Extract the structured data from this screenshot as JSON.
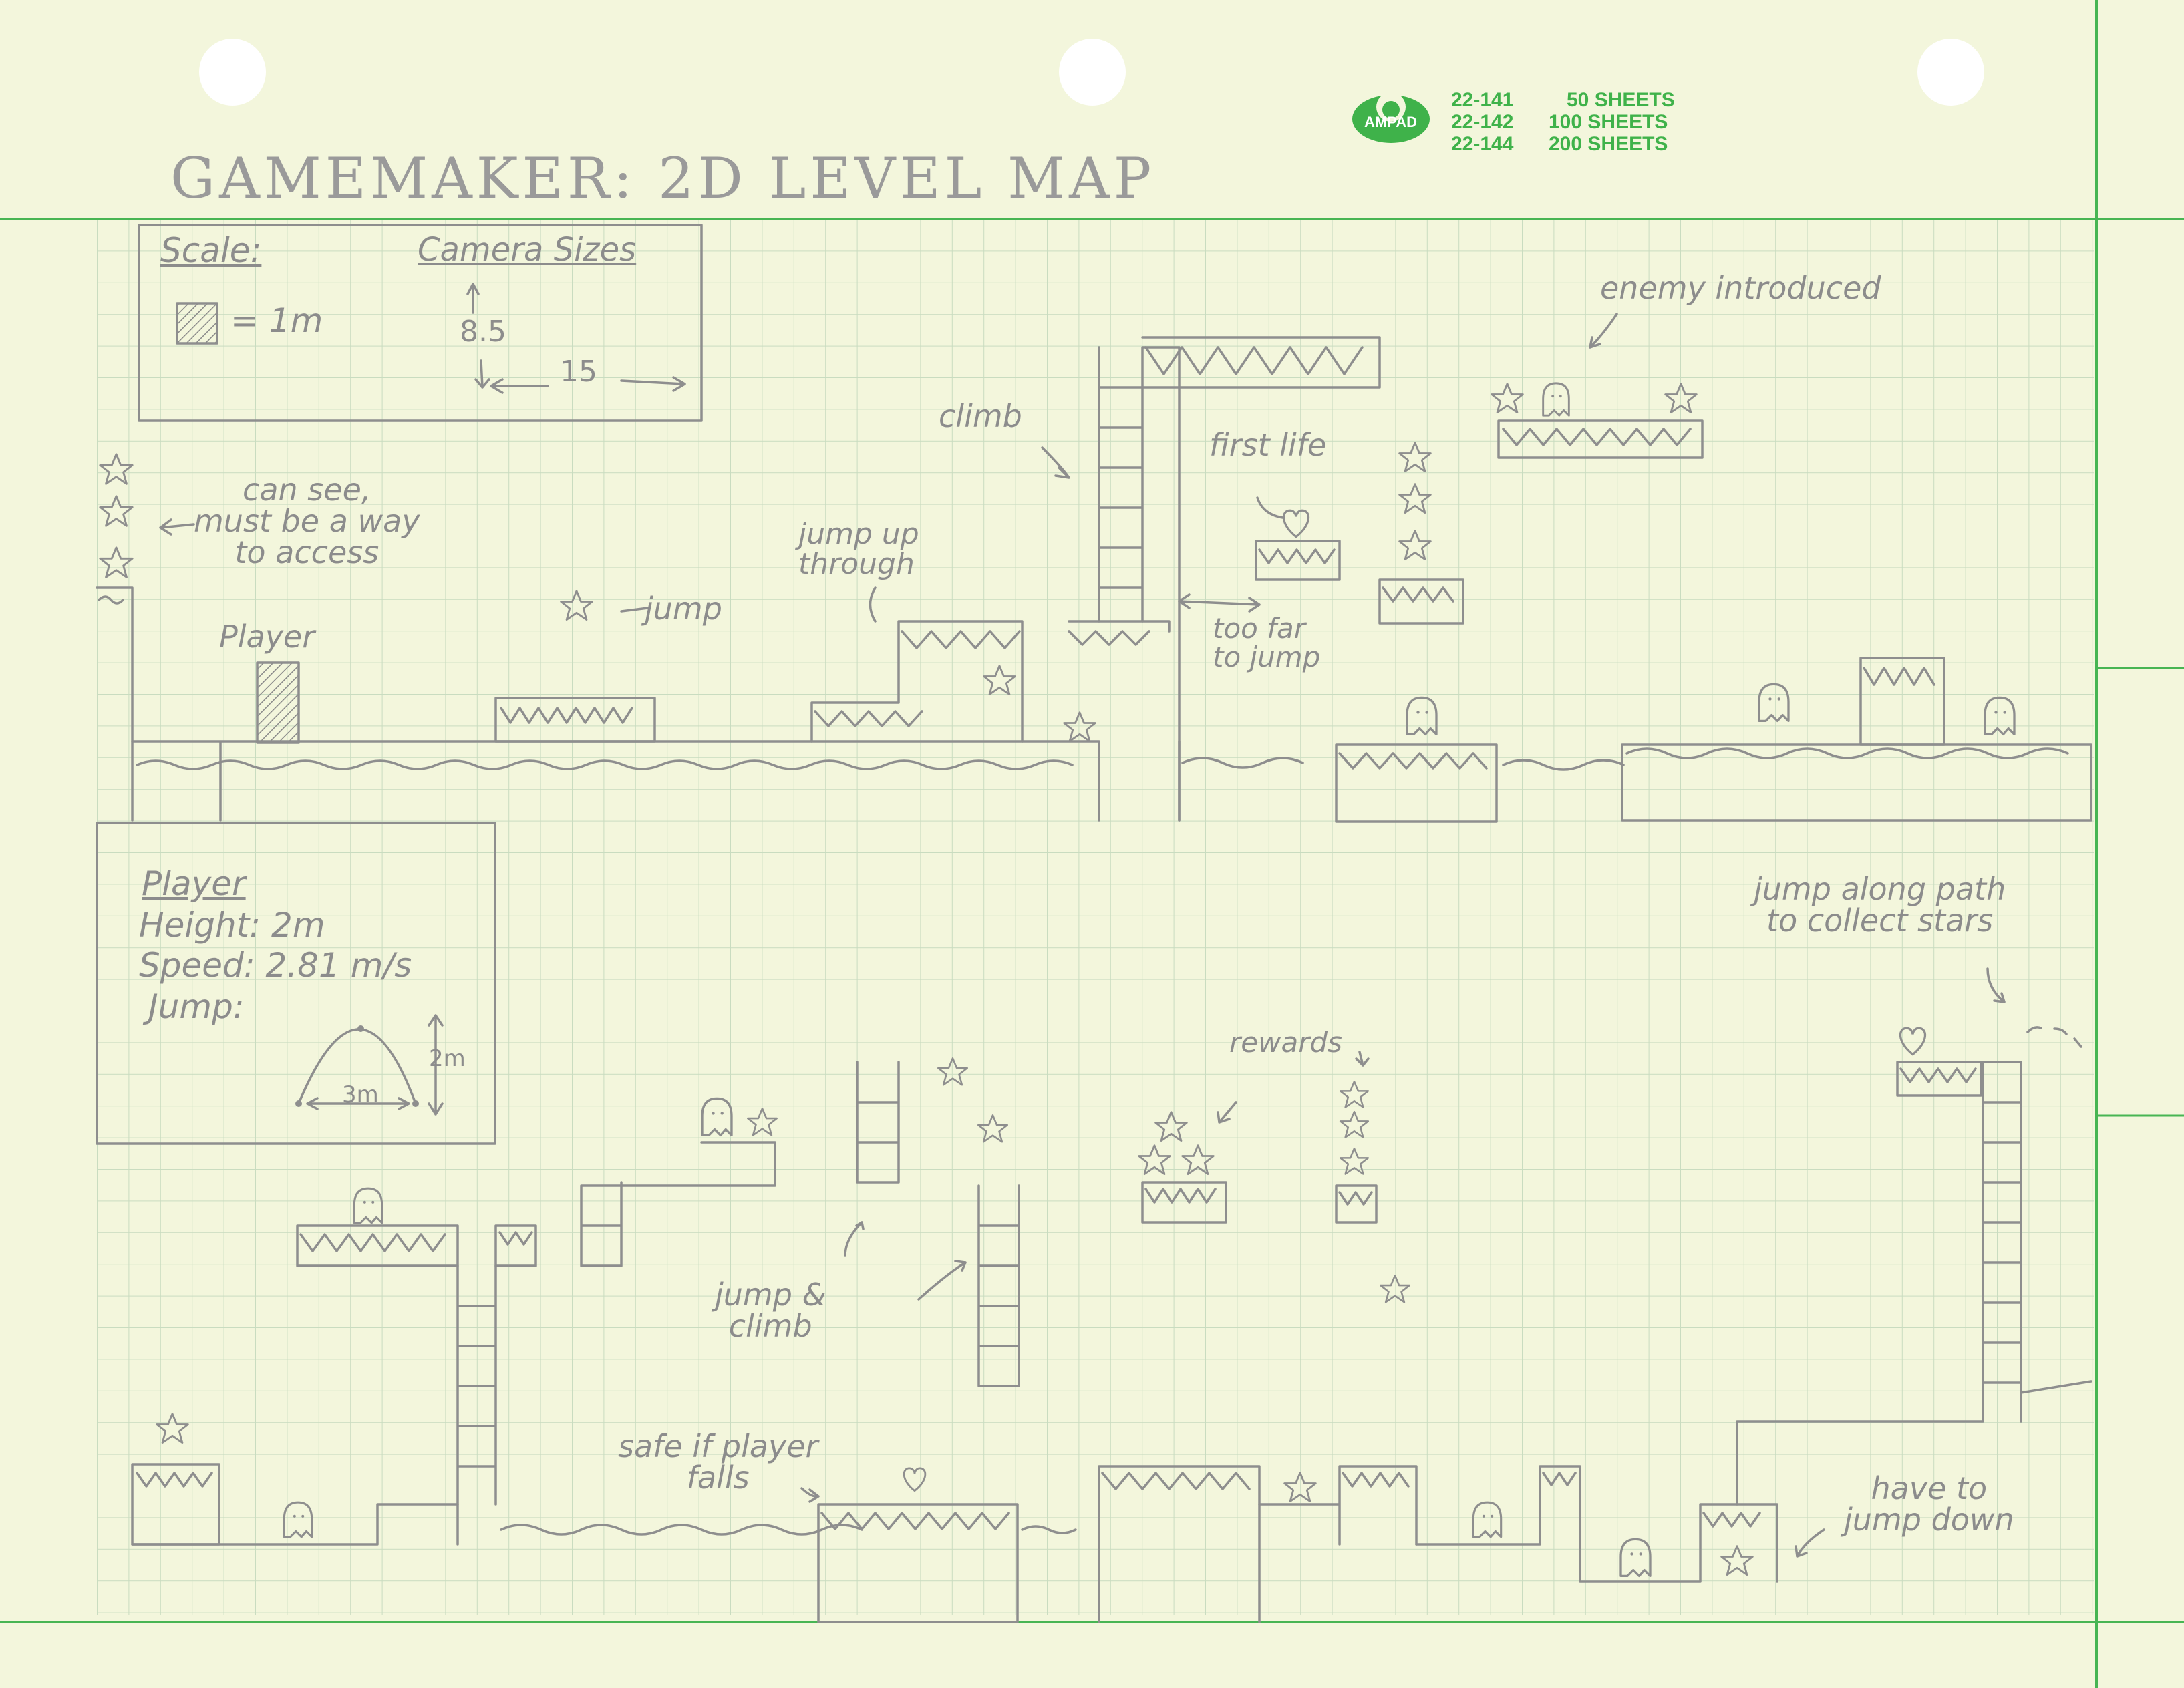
{
  "title": "GAMEMAKER: 2D LEVEL MAP",
  "header": {
    "brand": "AMPAD",
    "lines": [
      {
        "code": "22-141",
        "sheets": "50 SHEETS"
      },
      {
        "code": "22-142",
        "sheets": "100 SHEETS"
      },
      {
        "code": "22-144",
        "sheets": "200 SHEETS"
      }
    ]
  },
  "legend": {
    "scale_label": "Scale:",
    "scale_value": "= 1m",
    "camera_label": "Camera Sizes",
    "camera_height": "8.5",
    "camera_width": "15"
  },
  "player_box": {
    "heading": "Player",
    "height_line": "Height: 2m",
    "speed_line": "Speed: 2.81 m/s",
    "jump_line": "Jump:",
    "jump_width": "3m",
    "jump_height": "2m"
  },
  "notes": {
    "can_see": "can see,\nmust be a way\nto access",
    "player": "Player",
    "jump": "jump",
    "jump_up_through": "jump up\nthrough",
    "climb": "climb",
    "first_life": "first life",
    "too_far": "too far\nto jump",
    "enemy_introduced": "enemy introduced",
    "rewards": "rewards",
    "jump_along_path": "jump along path\nto collect stars",
    "jump_and_climb": "jump &\nclimb",
    "safe_if_falls": "safe if player\nfalls",
    "have_to_jump_down": "have to\njump down"
  },
  "colors": {
    "paper": "#f3f6dc",
    "grid": "#c9dcc0",
    "margin": "#47b553",
    "pencil": "#8e8e8e",
    "ampad_green": "#3fb24a"
  },
  "icons": [
    "star-icon",
    "enemy-ghost-icon",
    "heart-icon",
    "ladder",
    "ampad-logo-icon"
  ]
}
